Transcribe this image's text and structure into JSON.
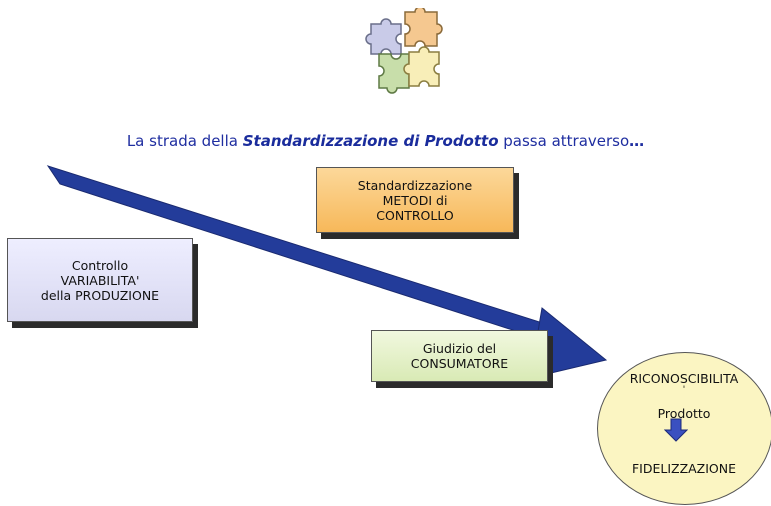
{
  "subtitle": {
    "prefix": "La strada della ",
    "emphasis": "Standardizzazione di Prodotto",
    "suffix": " passa attraverso",
    "dots": "…"
  },
  "boxes": {
    "metodi": [
      "Standardizzazione",
      "METODI di",
      "CONTROLLO"
    ],
    "variabilita": [
      "Controllo",
      "VARIABILITA'",
      "della PRODUZIONE"
    ],
    "consumatore": [
      "Giudizio del",
      "CONSUMATORE"
    ]
  },
  "outcome": {
    "line1": "RICONOSCIBILITA",
    "line2": "'",
    "line3": "Prodotto",
    "line4": "FIDELIZZAZIONE"
  },
  "colors": {
    "arrow": "#233c9a",
    "metodi_box": "#f7b85a",
    "variabilita_box": "#dcdcf2",
    "consumatore_box": "#e4f0c8",
    "outcome_ellipse": "#fbf5c2",
    "subtitle_text": "#1f2ea0"
  },
  "icons": {
    "header": "puzzle-pieces-icon",
    "outcome_arrow": "down-arrow-icon"
  }
}
